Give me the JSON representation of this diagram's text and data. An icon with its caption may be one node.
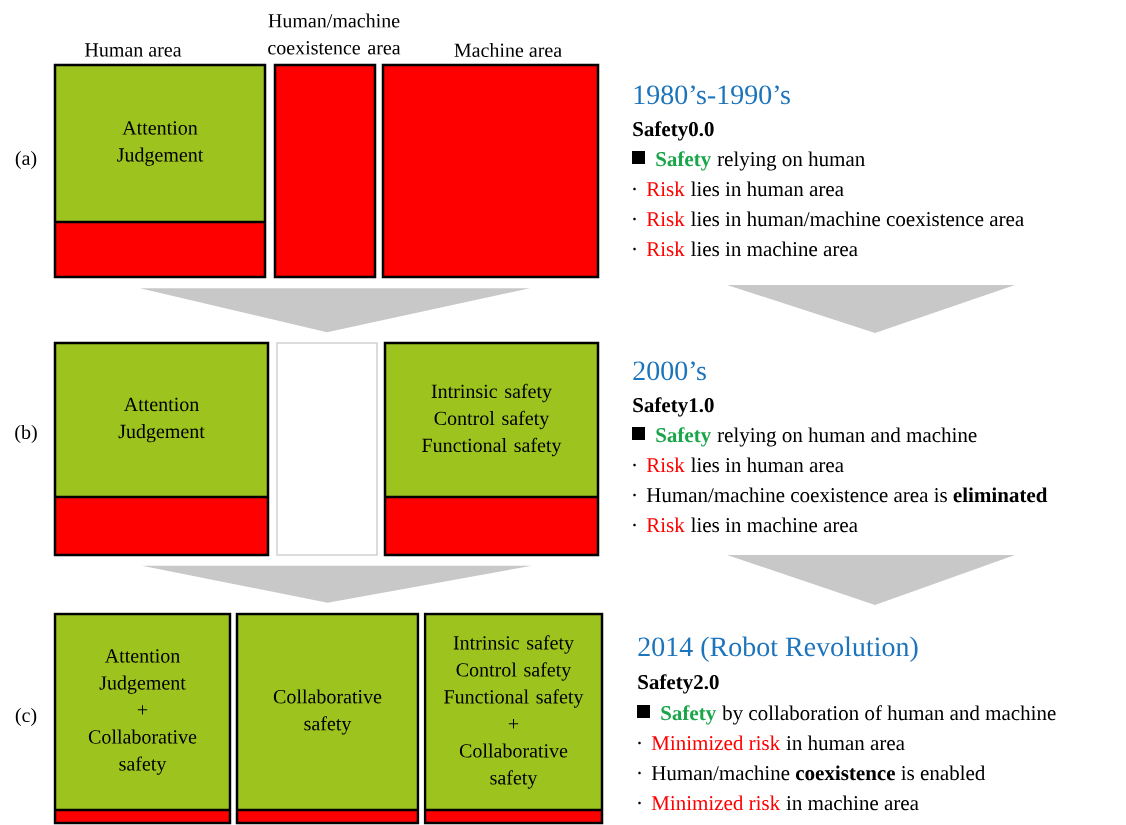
{
  "diagram": {
    "nodes": [
      {
        "text": [
          "Attention",
          "Judgement"
        ]
      },
      {
        "text": [],
        "shape": "box"
      },
      {
        "text": [],
        "shape": "box"
      },
      {
        "text": [
          "Attention",
          "Judgement"
        ]
      },
      {
        "text": [],
        "shape": "box"
      },
      {
        "text": [
          "Intrinsic safety",
          "Control safety",
          "Functional safety"
        ]
      },
      {
        "text": [
          "Attention",
          "Judgement",
          "+",
          "Collaborative safety"
        ]
      },
      {
        "text": [
          "Collaborative safety"
        ]
      },
      {
        "text": [
          "Intrinsic safety",
          "Control safety",
          "Functional safety",
          "+",
          "Collaborative safety"
        ]
      }
    ],
    "edges": [
      {
        "from": 1,
        "to": 4,
        "arrow": "to"
      },
      {
        "from": 4,
        "to": 7,
        "arrow": "to"
      }
    ],
    "labels": [
      "Human area",
      "Human/machine coexistence area",
      "Machine area",
      "(a)",
      "(b)",
      "(c)",
      "1980’s-1990’s",
      "Safety0.0",
      "Safety",
      "relying on human",
      "Risk",
      "lies in human area",
      "Risk",
      "lies in human/machine coexistence area",
      "Risk",
      "lies in machine area",
      "2000’s",
      "Safety1.0",
      "Safety",
      "relying on human and machine",
      "Risk",
      "lies in human area",
      "Human/machine coexistence area is **eliminated**",
      "Risk",
      "lies in machine area",
      "2014 (Robot Revolution)",
      "Safety2.0",
      "Safety",
      "by collaboration of human and machine",
      "Minimized risk",
      "in human area",
      "Human/machine **coexistence** is enabled",
      "Minimized risk",
      "in machine area"
    ]
  }
}
